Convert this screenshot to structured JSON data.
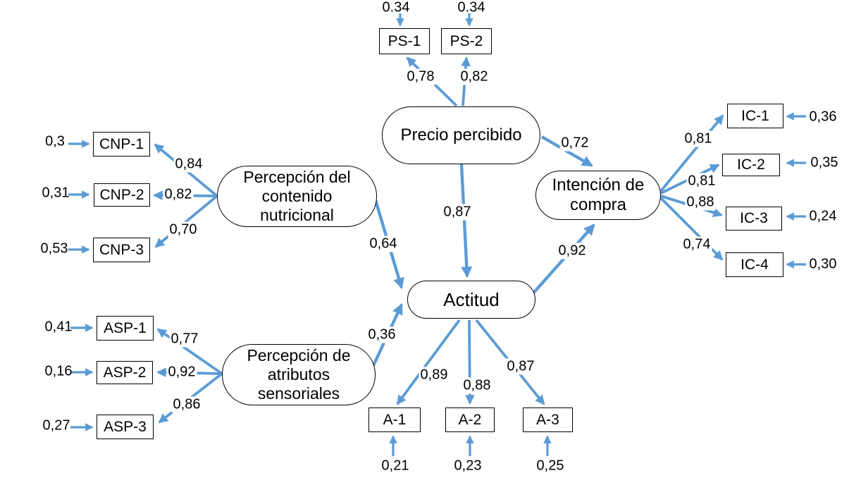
{
  "latents": {
    "precio": "Precio percibido",
    "cnp": "Percepción del contenido nutricional",
    "asp": "Percepción de atributos sensoriales",
    "actitud": "Actitud",
    "ic": "Intención de compra"
  },
  "indicators": {
    "ps1": "PS-1",
    "ps2": "PS-2",
    "cnp1": "CNP-1",
    "cnp2": "CNP-2",
    "cnp3": "CNP-3",
    "asp1": "ASP-1",
    "asp2": "ASP-2",
    "asp3": "ASP-3",
    "a1": "A-1",
    "a2": "A-2",
    "a3": "A-3",
    "ic1": "IC-1",
    "ic2": "IC-2",
    "ic3": "IC-3",
    "ic4": "IC-4"
  },
  "loadings": {
    "ps1": "0,78",
    "ps2": "0,82",
    "cnp1": "0,84",
    "cnp2": "0,82",
    "cnp3": "0,70",
    "asp1": "0,77",
    "asp2": "0,92",
    "asp3": "0,86",
    "a1": "0,89",
    "a2": "0,88",
    "a3": "0,87",
    "ic1": "0,81",
    "ic2": "0,81",
    "ic3": "0,88",
    "ic4": "0,74"
  },
  "errors": {
    "ps1": "0.34",
    "ps2": "0.34",
    "cnp1": "0,3",
    "cnp2": "0,31",
    "cnp3": "0,53",
    "asp1": "0,41",
    "asp2": "0,16",
    "asp3": "0,27",
    "a1": "0,21",
    "a2": "0,23",
    "a3": "0,25",
    "ic1": "0,36",
    "ic2": "0,35",
    "ic3": "0,24",
    "ic4": "0,30"
  },
  "paths": {
    "precio_to_ic": "0,72",
    "precio_to_actitud": "0,87",
    "cnp_to_actitud": "0,64",
    "asp_to_actitud": "0,36",
    "actitud_to_ic": "0,92"
  },
  "colors": {
    "arrow": "#5B9BD5",
    "border": "#000000",
    "background": "#FFFFFF"
  }
}
